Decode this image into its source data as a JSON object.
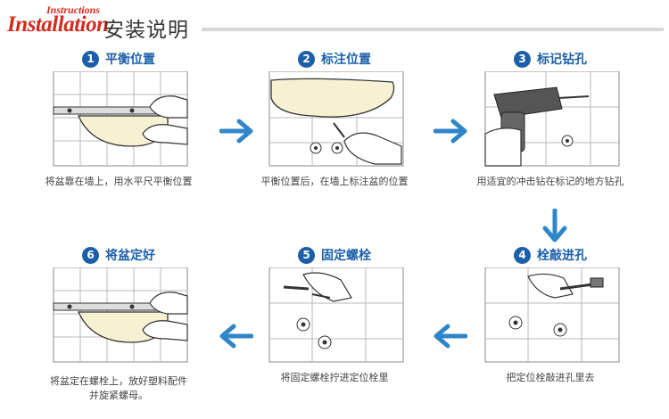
{
  "header": {
    "instructions": "Instructions",
    "installation": "Installation",
    "title_cn": "安装说明"
  },
  "colors": {
    "accent_blue": "#1b5fa8",
    "brand_red": "#d42b1e",
    "arrow_blue": "#2e86c8"
  },
  "steps": [
    {
      "num": "1",
      "title": "平衡位置",
      "caption": "将盆靠在墙上，用水平尺平衡位置"
    },
    {
      "num": "2",
      "title": "标注位置",
      "caption": "平衡位置后，在墙上标注盆的位置"
    },
    {
      "num": "3",
      "title": "标记钻孔",
      "caption": "用适宜的冲击钻在标记的地方钻孔"
    },
    {
      "num": "4",
      "title": "栓敲进孔",
      "caption": "把定位栓敲进孔里去"
    },
    {
      "num": "5",
      "title": "固定螺栓",
      "caption": "将固定螺栓拧进定位栓里"
    },
    {
      "num": "6",
      "title": "将盆定好",
      "caption_line1": "将盆定在螺栓上，放好塑料配件",
      "caption_line2": "并旋紧螺母。"
    }
  ],
  "icons": [
    "arrow-right-icon",
    "arrow-down-icon",
    "arrow-left-icon"
  ]
}
